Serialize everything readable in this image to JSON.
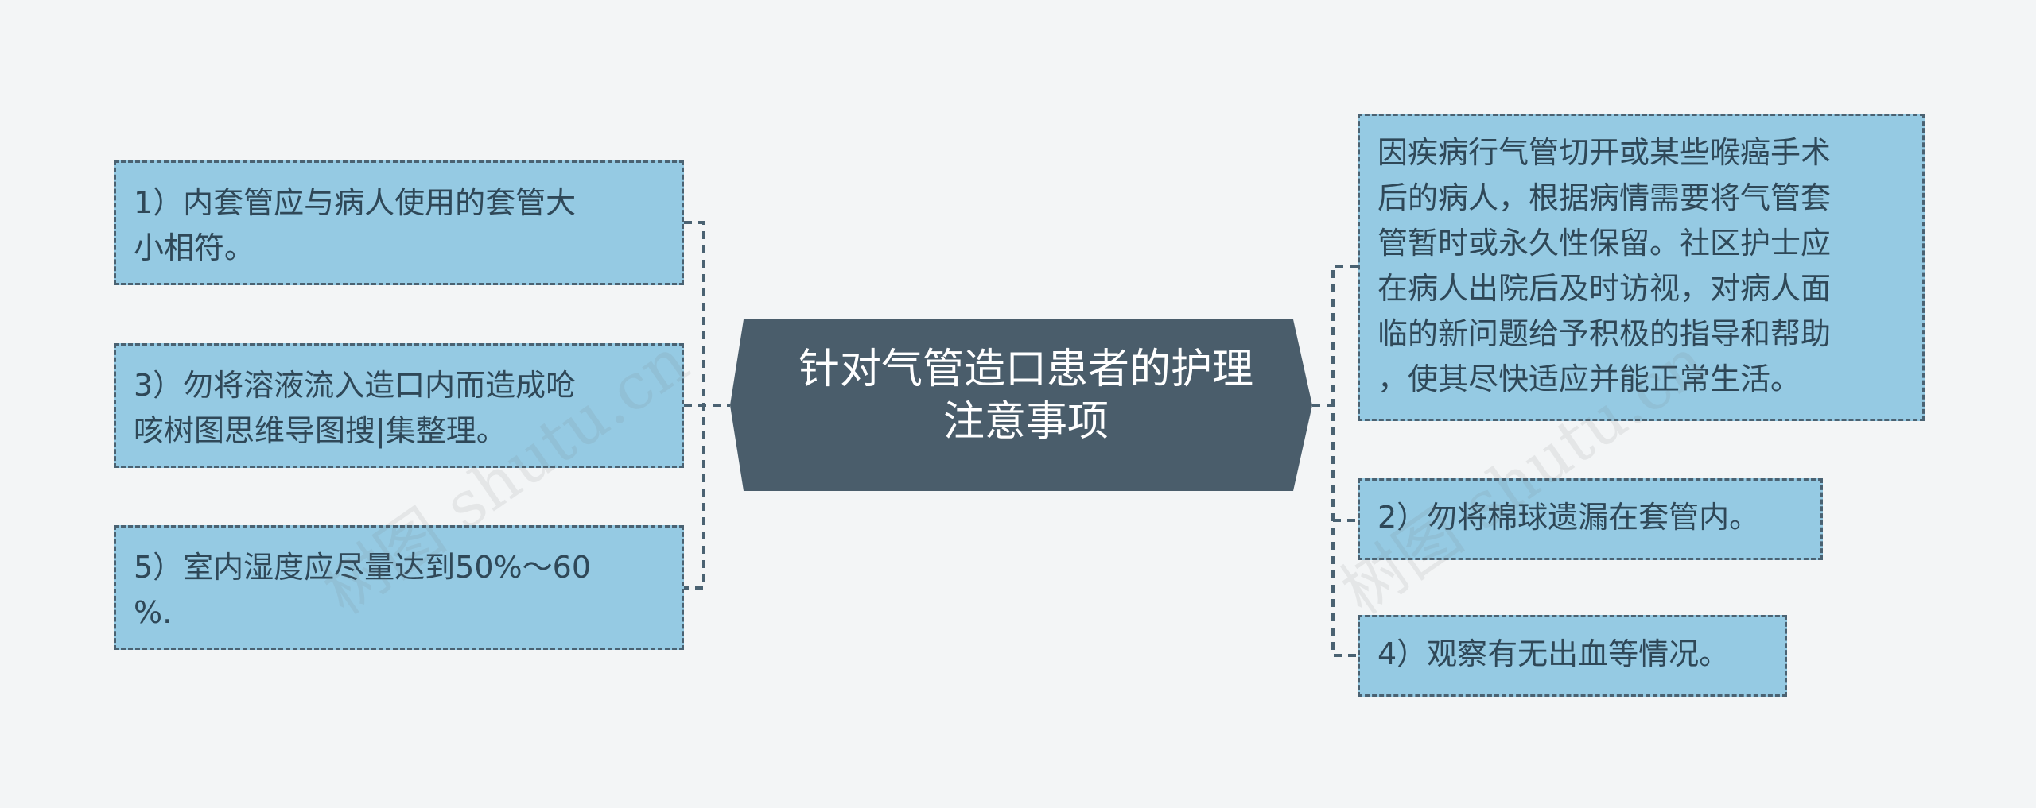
{
  "central": {
    "line1": "针对气管造口患者的护理",
    "line2": "注意事项"
  },
  "left_nodes": [
    {
      "id": "node-1",
      "line1": "1）内套管应与病人使用的套管大",
      "line2": "小相符。"
    },
    {
      "id": "node-3",
      "line1": "3）勿将溶液流入造口内而造成呛",
      "line2": "咳树图思维导图搜|集整理。"
    },
    {
      "id": "node-5",
      "line1": "5）室内湿度应尽量达到50%～60",
      "line2": "%."
    }
  ],
  "right_nodes": [
    {
      "id": "node-intro",
      "lines": [
        "因疾病行气管切开或某些喉癌手术",
        "后的病人，根据病情需要将气管套",
        "管暂时或永久性保留。社区护士应",
        "在病人出院后及时访视，对病人面",
        "临的新问题给予积极的指导和帮助",
        "，使其尽快适应并能正常生活。"
      ]
    },
    {
      "id": "node-2",
      "lines": [
        "2）勿将棉球遗漏在套管内。"
      ]
    },
    {
      "id": "node-4",
      "lines": [
        "4）观察有无出血等情况。"
      ]
    }
  ],
  "watermarks": [
    "树图 shutu.cn",
    "树图 shutu.cn"
  ],
  "colors": {
    "background": "#f3f5f6",
    "central_fill": "#4a5d6b",
    "node_fill": "#95cae3",
    "connector": "#4a6272",
    "node_text": "#2f4858"
  }
}
